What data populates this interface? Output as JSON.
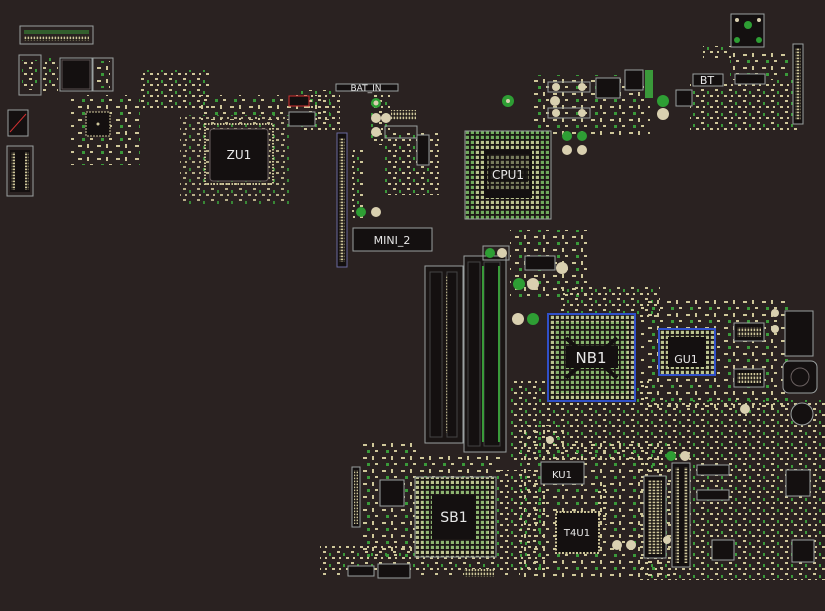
{
  "labels": {
    "zu1": "ZU1",
    "bat_in": "BAT_IN",
    "cpu1": "CPU1",
    "mini_2": "MINI_2",
    "bt": "BT",
    "nb1": "NB1",
    "gu1": "GU1",
    "ku1": "KU1",
    "sb1": "SB1",
    "t4u1": "T4U1"
  },
  "colors": {
    "background": "#2a2221",
    "outline": "#9aa0a0",
    "pad_green": "#3a9a3a",
    "pad_tan": "#cfc79a",
    "hole_ring": "#2e9e34",
    "hole_center": "#d9d0b0",
    "via_blue": "#3050c8",
    "chip_dark": "#141010",
    "accent_red": "#d03030"
  }
}
